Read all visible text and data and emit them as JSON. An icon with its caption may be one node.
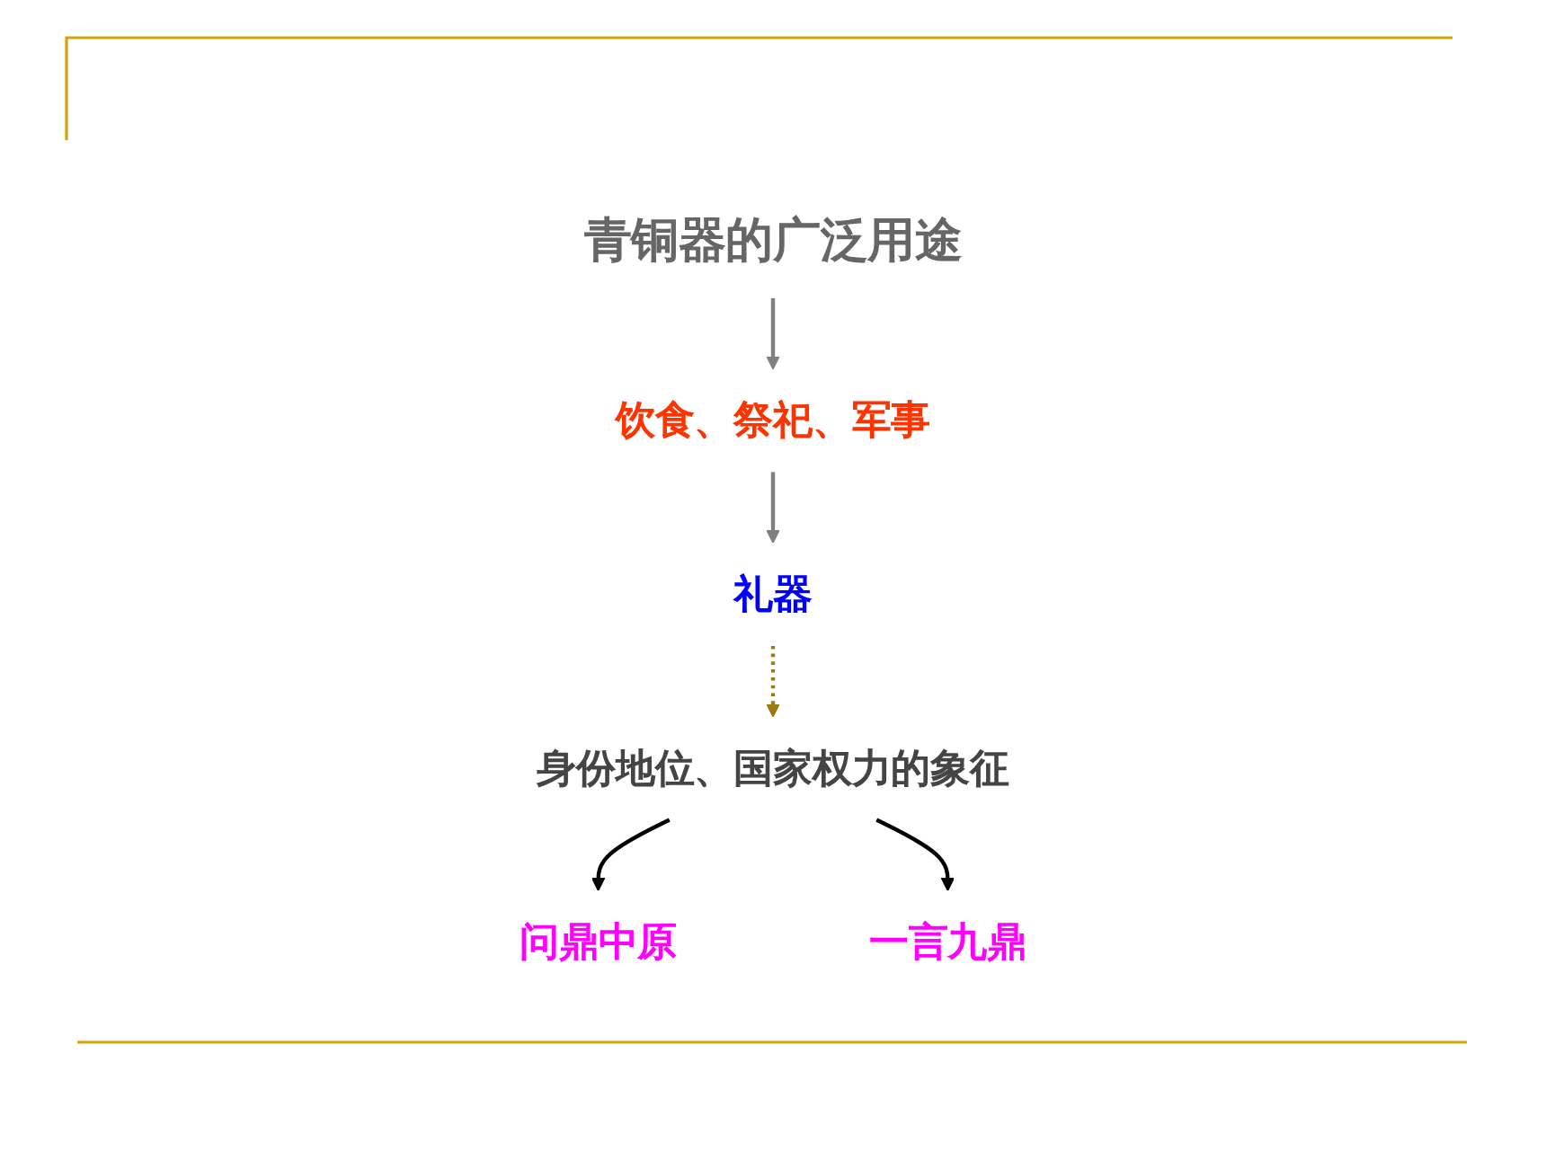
{
  "diagram": {
    "nodes": [
      {
        "text": [
          "青铜器的广泛用途"
        ]
      },
      {
        "text": [
          "饮食、祭祀、军事"
        ]
      },
      {
        "text": [
          "礼器"
        ]
      },
      {
        "text": [
          "身份地位、国家权力的象征"
        ]
      },
      {
        "text": [
          "问鼎中原"
        ]
      },
      {
        "text": [
          "一言九鼎"
        ]
      }
    ],
    "edges": [
      {
        "from": 0,
        "to": 1,
        "arrow": "to",
        "color": "#808080"
      },
      {
        "from": 1,
        "to": 2,
        "arrow": "to",
        "color": "#808080"
      },
      {
        "from": 2,
        "to": 3,
        "arrow": "to",
        "style": "dashed",
        "color": "#9c7a14"
      },
      {
        "from": 3,
        "to": 4,
        "arrow": "to",
        "color": "#000000"
      },
      {
        "from": 3,
        "to": 5,
        "arrow": "to",
        "color": "#000000"
      }
    ]
  }
}
